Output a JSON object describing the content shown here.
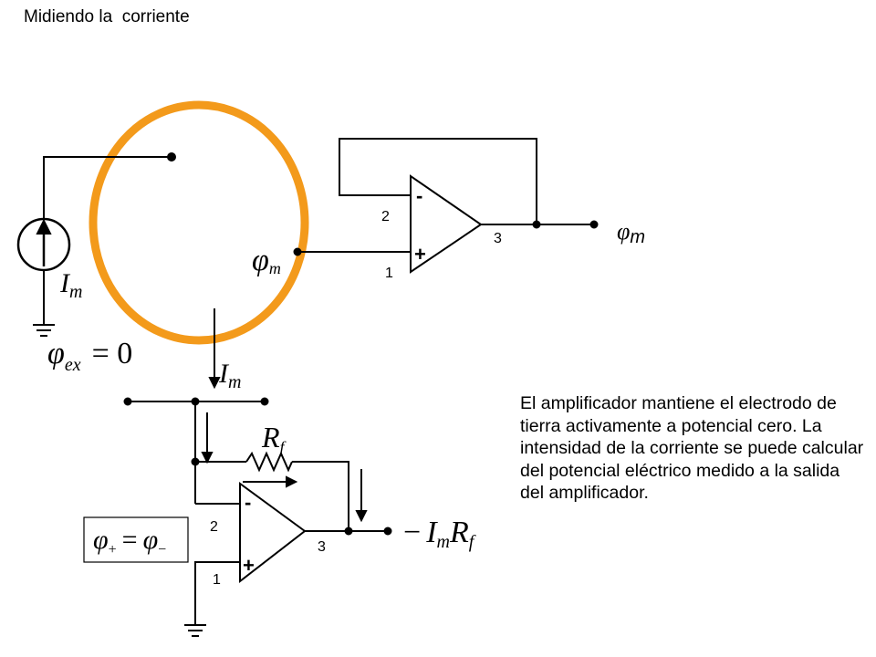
{
  "slide": {
    "title": "Midiendo la  corriente",
    "explanation": "El amplificador mantiene el electrodo de tierra activamente a potencial cero. La intensidad de la corriente se puede calcular del potencial eléctrico medido a la salida del amplificador."
  },
  "circuit": {
    "top_amp": {
      "pin_inverting": "2",
      "pin_noninverting": "1",
      "pin_output": "3",
      "minus_sign": "-",
      "plus_sign": "+"
    },
    "bottom_amp": {
      "pin_inverting": "2",
      "pin_noninverting": "1",
      "pin_output": "3",
      "minus_sign": "-",
      "plus_sign": "+"
    },
    "labels": {
      "current_source": {
        "main": "I",
        "sub": "m"
      },
      "current_into_ground": {
        "main": "I",
        "sub": "m"
      },
      "phi_m_output": {
        "main": "φ",
        "sub": "m"
      },
      "phi_m_input": {
        "main": "φ",
        "sub": "m"
      },
      "phi_ex": {
        "main": "φ",
        "sub": "ex",
        "rest": "= 0"
      },
      "feedback_resistor": {
        "main": "R",
        "sub": "f"
      },
      "output_expression": {
        "prefix": "−",
        "main1": "I",
        "sub1": "m",
        "main2": "R",
        "sub2": "f"
      },
      "virtual_ground": {
        "main1": "φ",
        "sub1": "+",
        "eq": "=",
        "main2": "φ",
        "sub2": "−"
      }
    },
    "colors": {
      "electrode_ring": "#f39a1b",
      "wire": "#000000"
    }
  }
}
